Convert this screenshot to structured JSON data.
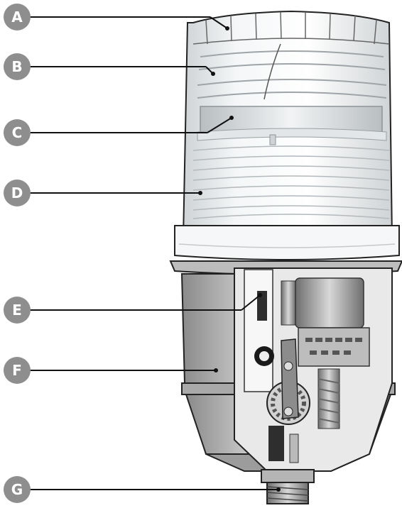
{
  "labels": [
    {
      "id": "A",
      "text": "A"
    },
    {
      "id": "B",
      "text": "B"
    },
    {
      "id": "C",
      "text": "C"
    },
    {
      "id": "D",
      "text": "D"
    },
    {
      "id": "E",
      "text": "E"
    },
    {
      "id": "F",
      "text": "F"
    },
    {
      "id": "G",
      "text": "G"
    }
  ],
  "colors": {
    "label_disc": "#8e8e8e",
    "label_text": "#ffffff",
    "leader_line": "#111111",
    "housing_outline": "#1a1a1a",
    "cutaway_dark": "#2e2e2e",
    "metal_grey": "#9a9a9a"
  }
}
